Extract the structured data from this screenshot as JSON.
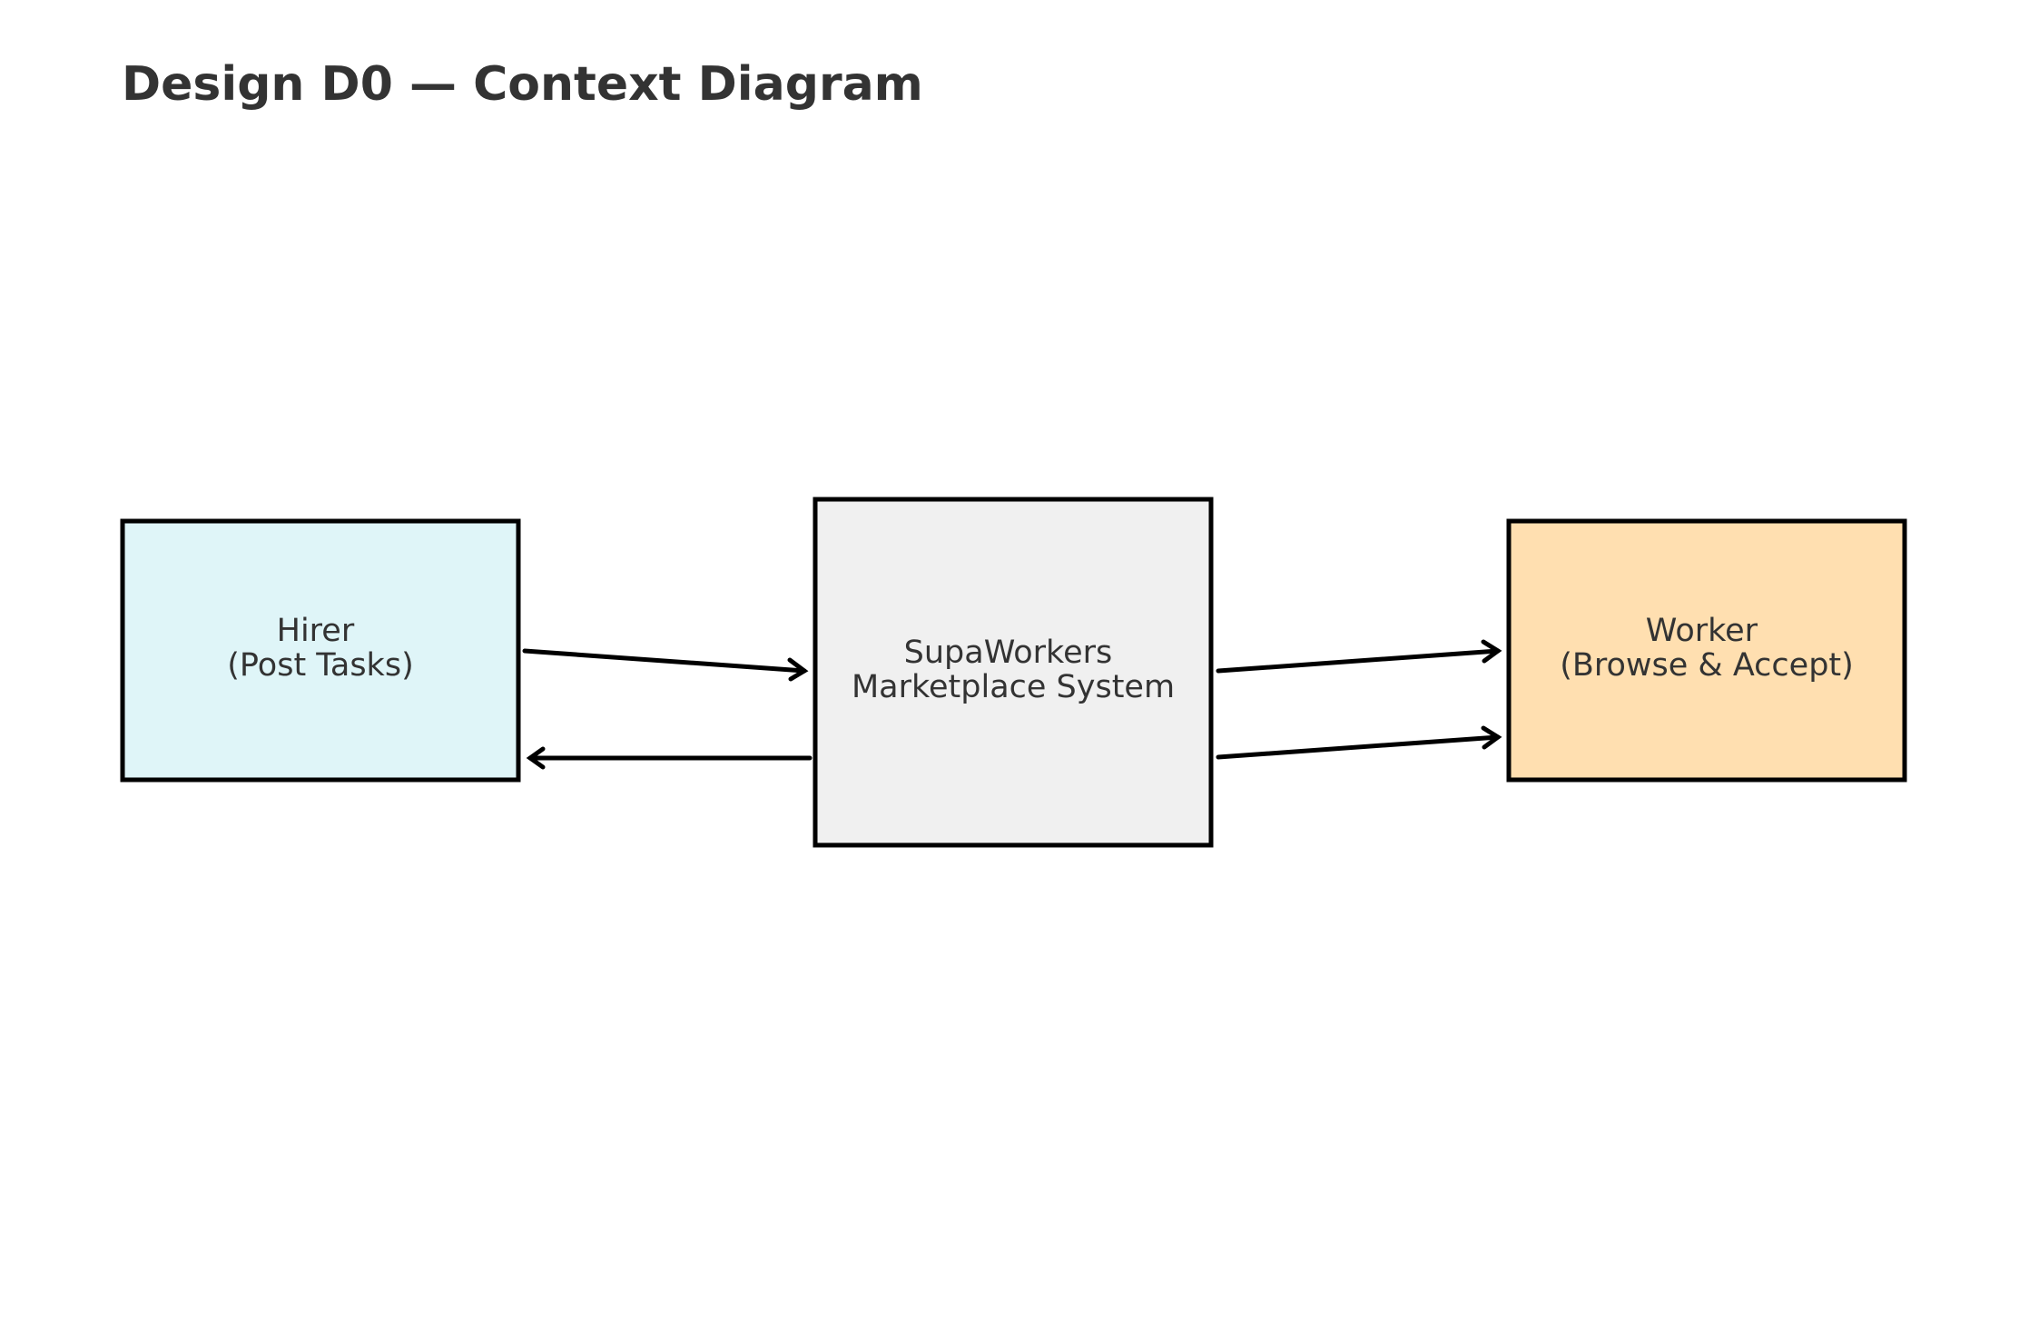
{
  "title": "Design D0 — Context Diagram",
  "colors": {
    "hirer_fill": "#dff5f8",
    "system_fill": "#f0f0f0",
    "worker_fill": "#ffdfb0",
    "stroke": "#000000",
    "text": "#333333"
  },
  "nodes": {
    "hirer": {
      "line1": "Hirer",
      "line2": "(Post Tasks)"
    },
    "system": {
      "line1": "SupaWorkers",
      "line2": "Marketplace System"
    },
    "worker": {
      "line1": "Worker",
      "line2": "(Browse & Accept)"
    }
  },
  "edges": [
    {
      "from": "hirer",
      "to": "system"
    },
    {
      "from": "system",
      "to": "hirer"
    },
    {
      "from": "system",
      "to": "worker"
    },
    {
      "from": "system",
      "to": "worker"
    }
  ]
}
